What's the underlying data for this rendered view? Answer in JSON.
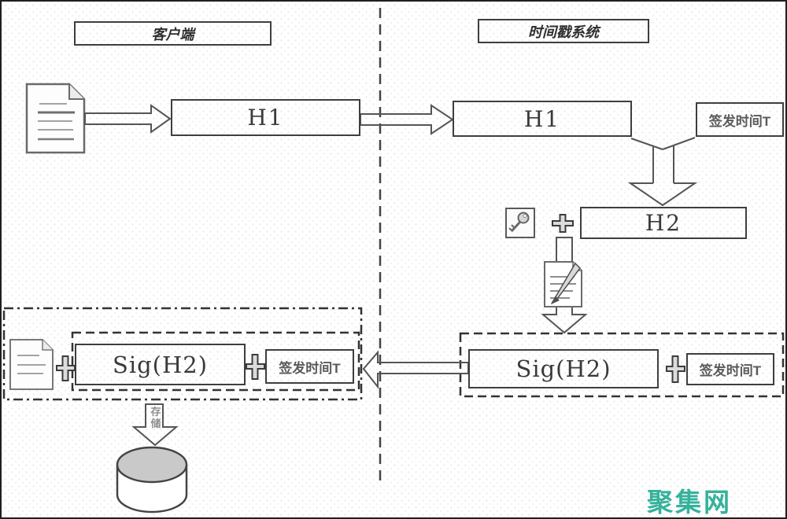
{
  "diagram": {
    "client": {
      "title": "客户端",
      "h1_label": "H1",
      "sig_label": "Sig(H2)",
      "issue_time_label": "签发时间T",
      "store_label": "存储"
    },
    "tsa": {
      "title": "时间戳系统",
      "h1_label": "H1",
      "issue_time_top_label": "签发时间T",
      "h2_label": "H2",
      "sig_label": "Sig(H2)",
      "issue_time_label": "签发时间T"
    }
  },
  "icons": {
    "document": "document-icon",
    "signed_document": "sign-document-icon",
    "key": "key-icon",
    "plus": "plus-icon",
    "database": "database-cylinder-icon"
  },
  "colors": {
    "line": "#555555",
    "box_border": "#3e3e3e",
    "dashed_border": "#333333",
    "cylinder_top": "#c9c9c9",
    "watermark": "#35b29b"
  },
  "watermark": {
    "text": "聚集网"
  }
}
